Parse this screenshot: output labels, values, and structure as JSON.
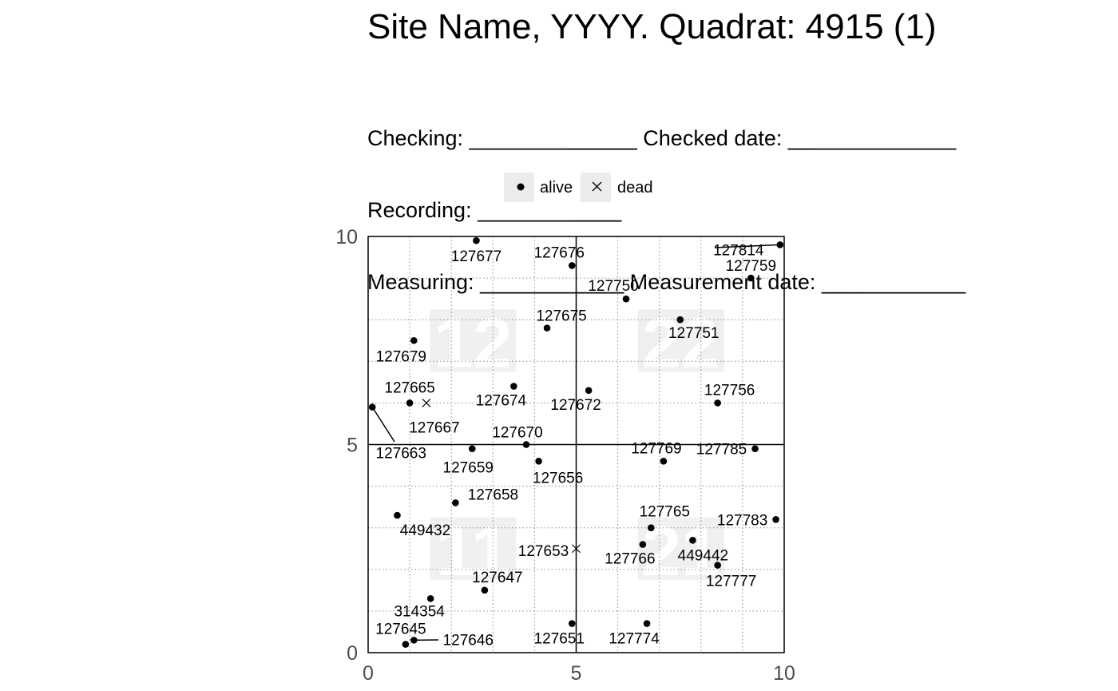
{
  "header": {
    "title": "Site Name, YYYY. Quadrat: 4915 (1)",
    "lines": [
      "Checking: ______________ Checked date: ______________",
      "Recording: ____________",
      "Measuring: ____________ Measurement date: ____________"
    ]
  },
  "legend": {
    "items": [
      {
        "label": "alive",
        "symbol": "dot"
      },
      {
        "label": "dead",
        "symbol": "cross"
      }
    ]
  },
  "chart_data": {
    "type": "scatter",
    "title": "Site Name, YYYY. Quadrat: 4915 (1)",
    "xlim": [
      0,
      10
    ],
    "ylim": [
      0,
      10
    ],
    "x_ticks": [
      "0",
      "5",
      "10"
    ],
    "y_ticks": [
      "0",
      "5",
      "10"
    ],
    "grid": "dotted minor grid every 1 unit, solid lines at 5",
    "legend_position": "top",
    "subquadrats": [
      {
        "label": "11",
        "x": 2.5,
        "y": 2.5
      },
      {
        "label": "12",
        "x": 2.5,
        "y": 7.5
      },
      {
        "label": "21",
        "x": 7.5,
        "y": 2.5
      },
      {
        "label": "22",
        "x": 7.5,
        "y": 7.5
      }
    ],
    "points": [
      {
        "tag": "127677",
        "x": 2.6,
        "y": 9.9,
        "status": "alive"
      },
      {
        "tag": "127676",
        "x": 4.9,
        "y": 9.3,
        "status": "alive"
      },
      {
        "tag": "127814",
        "x": 9.9,
        "y": 9.8,
        "status": "alive"
      },
      {
        "tag": "127759",
        "x": 9.2,
        "y": 9.0,
        "status": "alive"
      },
      {
        "tag": "127750",
        "x": 6.2,
        "y": 8.5,
        "status": "alive"
      },
      {
        "tag": "127675",
        "x": 4.3,
        "y": 7.8,
        "status": "alive"
      },
      {
        "tag": "127751",
        "x": 7.5,
        "y": 8.0,
        "status": "alive"
      },
      {
        "tag": "127679",
        "x": 1.1,
        "y": 7.5,
        "status": "alive"
      },
      {
        "tag": "127665",
        "x": 1.0,
        "y": 6.0,
        "status": "alive"
      },
      {
        "tag": "127667",
        "x": 1.4,
        "y": 6.0,
        "status": "dead"
      },
      {
        "tag": "127674",
        "x": 3.5,
        "y": 6.4,
        "status": "alive"
      },
      {
        "tag": "127672",
        "x": 5.3,
        "y": 6.3,
        "status": "alive"
      },
      {
        "tag": "127756",
        "x": 8.4,
        "y": 6.0,
        "status": "alive"
      },
      {
        "tag": "127663",
        "x": 0.1,
        "y": 5.9,
        "status": "alive"
      },
      {
        "tag": "127670",
        "x": 3.8,
        "y": 5.0,
        "status": "alive"
      },
      {
        "tag": "127659",
        "x": 2.5,
        "y": 4.9,
        "status": "alive"
      },
      {
        "tag": "127656",
        "x": 4.1,
        "y": 4.6,
        "status": "alive"
      },
      {
        "tag": "127769",
        "x": 7.1,
        "y": 4.6,
        "status": "alive"
      },
      {
        "tag": "127785",
        "x": 9.3,
        "y": 4.9,
        "status": "alive"
      },
      {
        "tag": "127658",
        "x": 2.1,
        "y": 3.6,
        "status": "alive"
      },
      {
        "tag": "449432",
        "x": 0.7,
        "y": 3.3,
        "status": "alive"
      },
      {
        "tag": "127765",
        "x": 6.8,
        "y": 3.0,
        "status": "alive"
      },
      {
        "tag": "127783",
        "x": 9.8,
        "y": 3.2,
        "status": "alive"
      },
      {
        "tag": "127653",
        "x": 5.0,
        "y": 2.5,
        "status": "dead"
      },
      {
        "tag": "127766",
        "x": 6.6,
        "y": 2.6,
        "status": "alive"
      },
      {
        "tag": "449442",
        "x": 7.8,
        "y": 2.7,
        "status": "alive"
      },
      {
        "tag": "127777",
        "x": 8.4,
        "y": 2.1,
        "status": "alive"
      },
      {
        "tag": "127647",
        "x": 2.8,
        "y": 1.5,
        "status": "alive"
      },
      {
        "tag": "314354",
        "x": 1.5,
        "y": 1.3,
        "status": "alive"
      },
      {
        "tag": "127645",
        "x": 0.9,
        "y": 0.2,
        "status": "alive"
      },
      {
        "tag": "127646",
        "x": 1.1,
        "y": 0.3,
        "status": "alive"
      },
      {
        "tag": "127651",
        "x": 4.9,
        "y": 0.7,
        "status": "alive"
      },
      {
        "tag": "127774",
        "x": 6.7,
        "y": 0.7,
        "status": "alive"
      }
    ]
  }
}
